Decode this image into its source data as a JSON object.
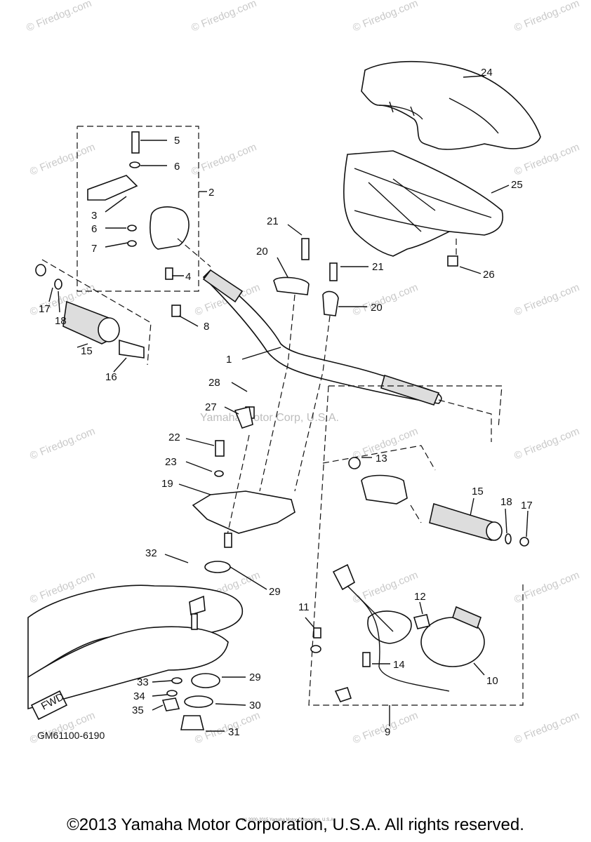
{
  "labels": [
    "1",
    "2",
    "3",
    "4",
    "5",
    "6",
    "6",
    "7",
    "8",
    "9",
    "10",
    "11",
    "12",
    "13",
    "14",
    "15",
    "15",
    "16",
    "17",
    "17",
    "18",
    "18",
    "19",
    "20",
    "20",
    "21",
    "21",
    "22",
    "23",
    "24",
    "25",
    "26",
    "27",
    "28",
    "29",
    "29",
    "30",
    "31",
    "32",
    "33",
    "34",
    "35"
  ],
  "diagram_code": "GM61100-6190",
  "watermark_text": "© Firedog.com",
  "center_watermark": "Yamaha Motor Corp, U.S.A.",
  "fwd_label": "FWD",
  "tiny_copyright": "(c) 2000-2015 Yamaha Motor Corporation, U.S.A.",
  "copyright": "©2013 Yamaha Motor Corporation, U.S.A. All rights reserved."
}
